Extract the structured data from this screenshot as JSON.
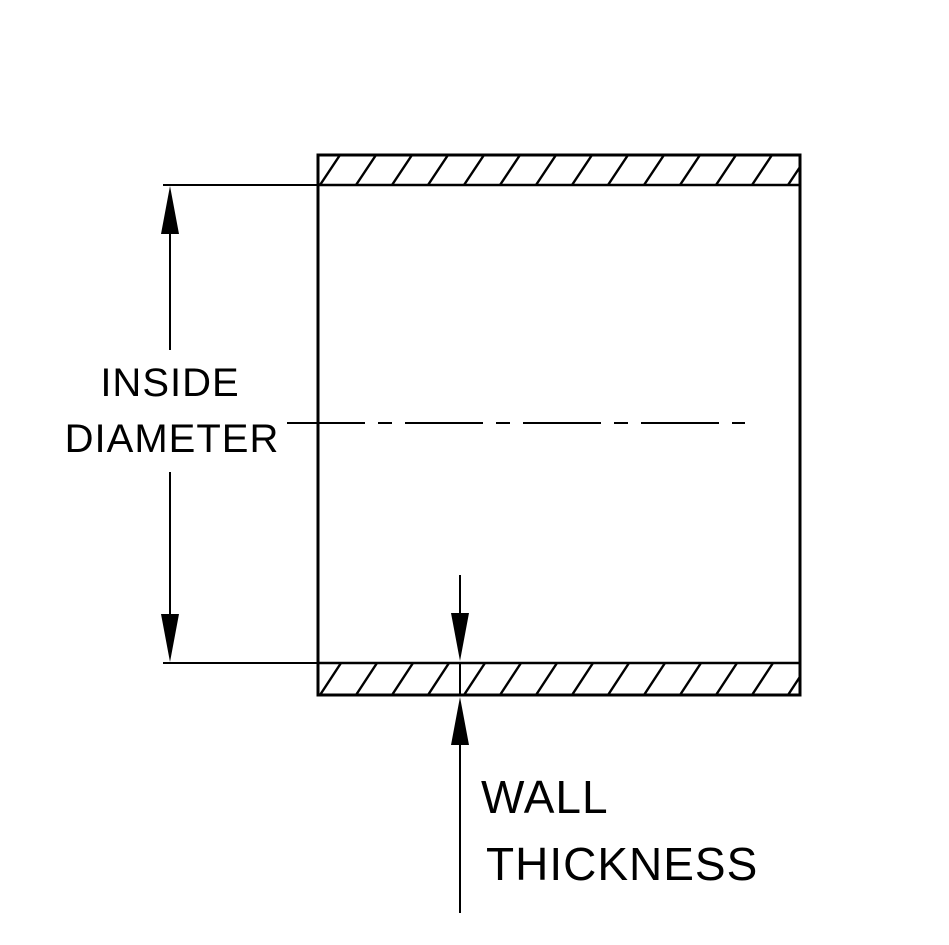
{
  "diagram": {
    "type": "engineering-cross-section",
    "subject": "hose-coupler-tube-section",
    "labels": {
      "inside_diameter": {
        "line1": "INSIDE",
        "line2": "DIAMETER"
      },
      "wall_thickness": {
        "line1": "WALL",
        "line2": "THICKNESS"
      }
    },
    "colors": {
      "line": "#000000",
      "background": "#ffffff"
    }
  }
}
